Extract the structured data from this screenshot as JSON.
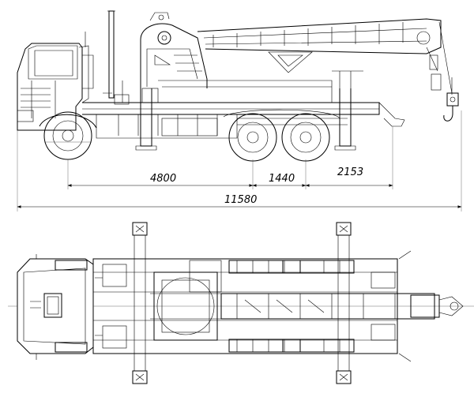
{
  "dimensions": {
    "cab_to_rear_axle": "4800",
    "axle_spacing": "1440",
    "rear_overhang": "2153",
    "overall_length": "11580"
  }
}
